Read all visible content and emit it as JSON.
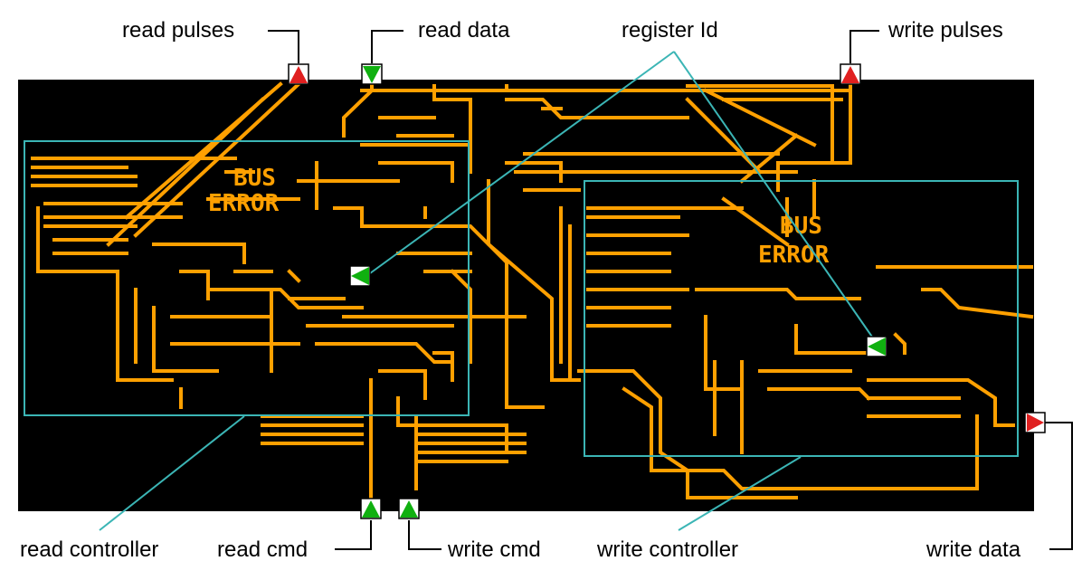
{
  "labels": {
    "read_pulses": "read pulses",
    "read_data": "read data",
    "register_id": "register Id",
    "write_pulses": "write pulses",
    "read_controller": "read controller",
    "read_cmd": "read cmd",
    "write_cmd": "write cmd",
    "write_controller": "write controller",
    "write_data": "write data"
  },
  "board_text": {
    "left_bus": "BUS",
    "left_error": "ERROR",
    "right_bus": "BUS",
    "right_error": "ERROR"
  },
  "colors": {
    "board_bg": "#000000",
    "wire": "#FFA000",
    "outline": "#3BB5B5",
    "port_red": "#E02020",
    "port_green": "#10B010"
  }
}
